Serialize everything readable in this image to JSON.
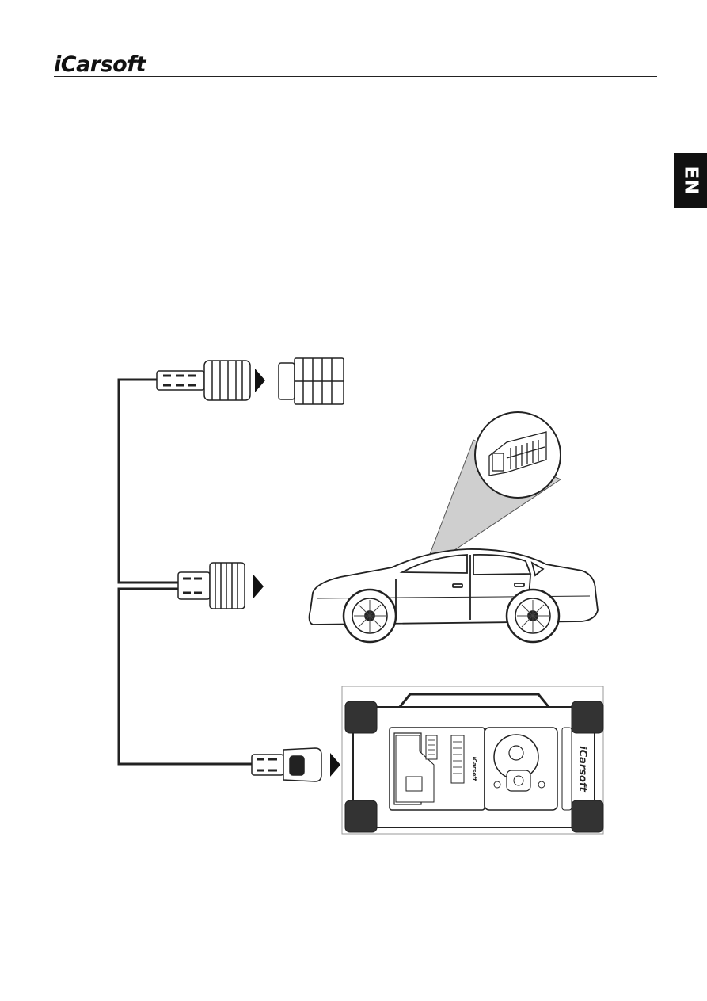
{
  "header": {
    "brand": "iCarsoft"
  },
  "language_tab": {
    "label": "EN"
  },
  "figure": {
    "device_brand_side": "iCarsoft",
    "device_brand_small": "iCarsoft"
  }
}
